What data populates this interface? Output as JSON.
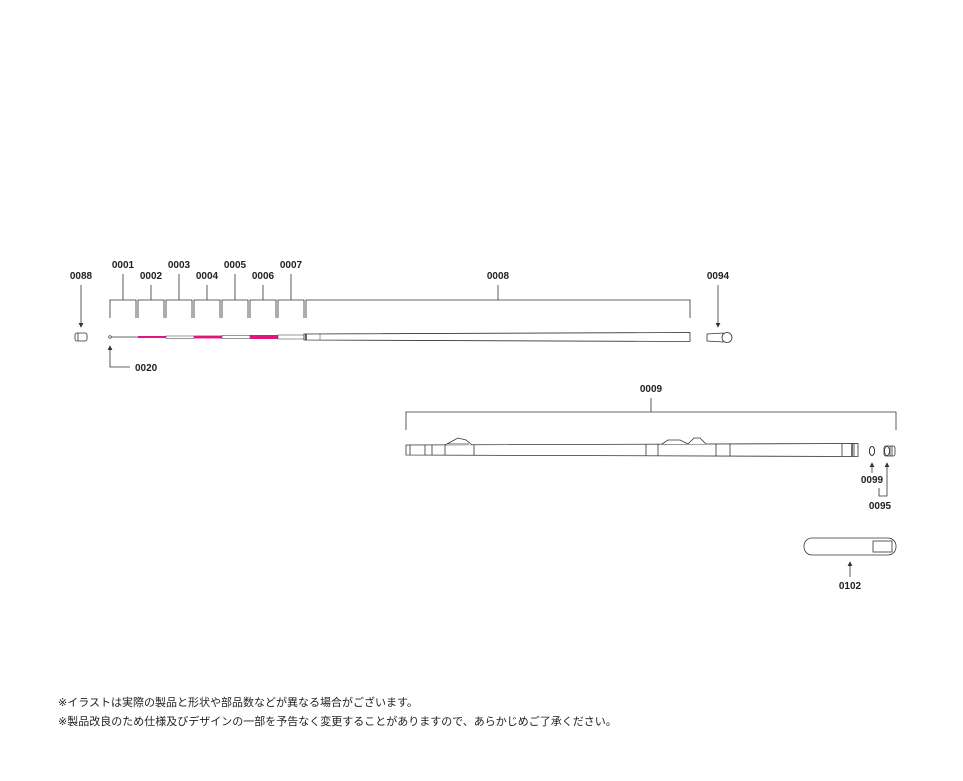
{
  "parts": {
    "p0001": "0001",
    "p0002": "0002",
    "p0003": "0003",
    "p0004": "0004",
    "p0005": "0005",
    "p0006": "0006",
    "p0007": "0007",
    "p0008": "0008",
    "p0009": "0009",
    "p0020": "0020",
    "p0088": "0088",
    "p0094": "0094",
    "p0095": "0095",
    "p0099": "0099",
    "p0102": "0102"
  },
  "colors": {
    "accent_magenta": "#e0157f",
    "line": "#333333"
  },
  "notes": [
    "※イラストは実際の製品と形状や部品数などが異なる場合がございます。",
    "※製品改良のため仕様及びデザインの一部を予告なく変更することがありますので、あらかじめご了承ください。"
  ]
}
